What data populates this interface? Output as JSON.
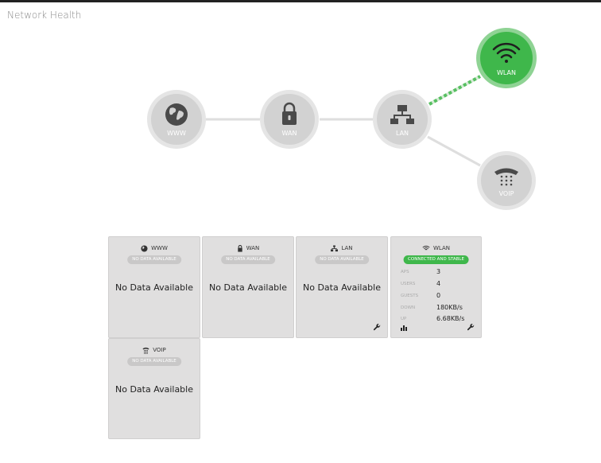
{
  "page": {
    "title": "Network Health"
  },
  "colors": {
    "node_gray": "#d2d2d2",
    "node_border": "#e5e5e5",
    "active_green": "#3fb74b",
    "card_bg": "#e0dfdf"
  },
  "nodes": {
    "www": {
      "label": "WWW",
      "icon": "globe-icon"
    },
    "wan": {
      "label": "WAN",
      "icon": "lock-icon"
    },
    "lan": {
      "label": "LAN",
      "icon": "network-icon"
    },
    "wlan": {
      "label": "WLAN",
      "icon": "wifi-icon",
      "state": "active"
    },
    "voip": {
      "label": "VOIP",
      "icon": "phone-icon"
    }
  },
  "cards": {
    "www": {
      "title": "WWW",
      "status": "NO DATA AVAILABLE",
      "message": "No Data Available"
    },
    "wan": {
      "title": "WAN",
      "status": "NO DATA AVAILABLE",
      "message": "No Data Available"
    },
    "lan": {
      "title": "LAN",
      "status": "NO DATA AVAILABLE",
      "message": "No Data Available"
    },
    "wlan": {
      "title": "WLAN",
      "status": "CONNECTED AND STABLE",
      "stats": [
        {
          "label": "APS",
          "value": "3"
        },
        {
          "label": "USERS",
          "value": "4"
        },
        {
          "label": "GUESTS",
          "value": "0"
        },
        {
          "label": "DOWN",
          "value": "180KB/s"
        },
        {
          "label": "UP",
          "value": "6.68KB/s"
        }
      ]
    },
    "voip": {
      "title": "VOIP",
      "status": "NO DATA AVAILABLE",
      "message": "No Data Available"
    }
  }
}
